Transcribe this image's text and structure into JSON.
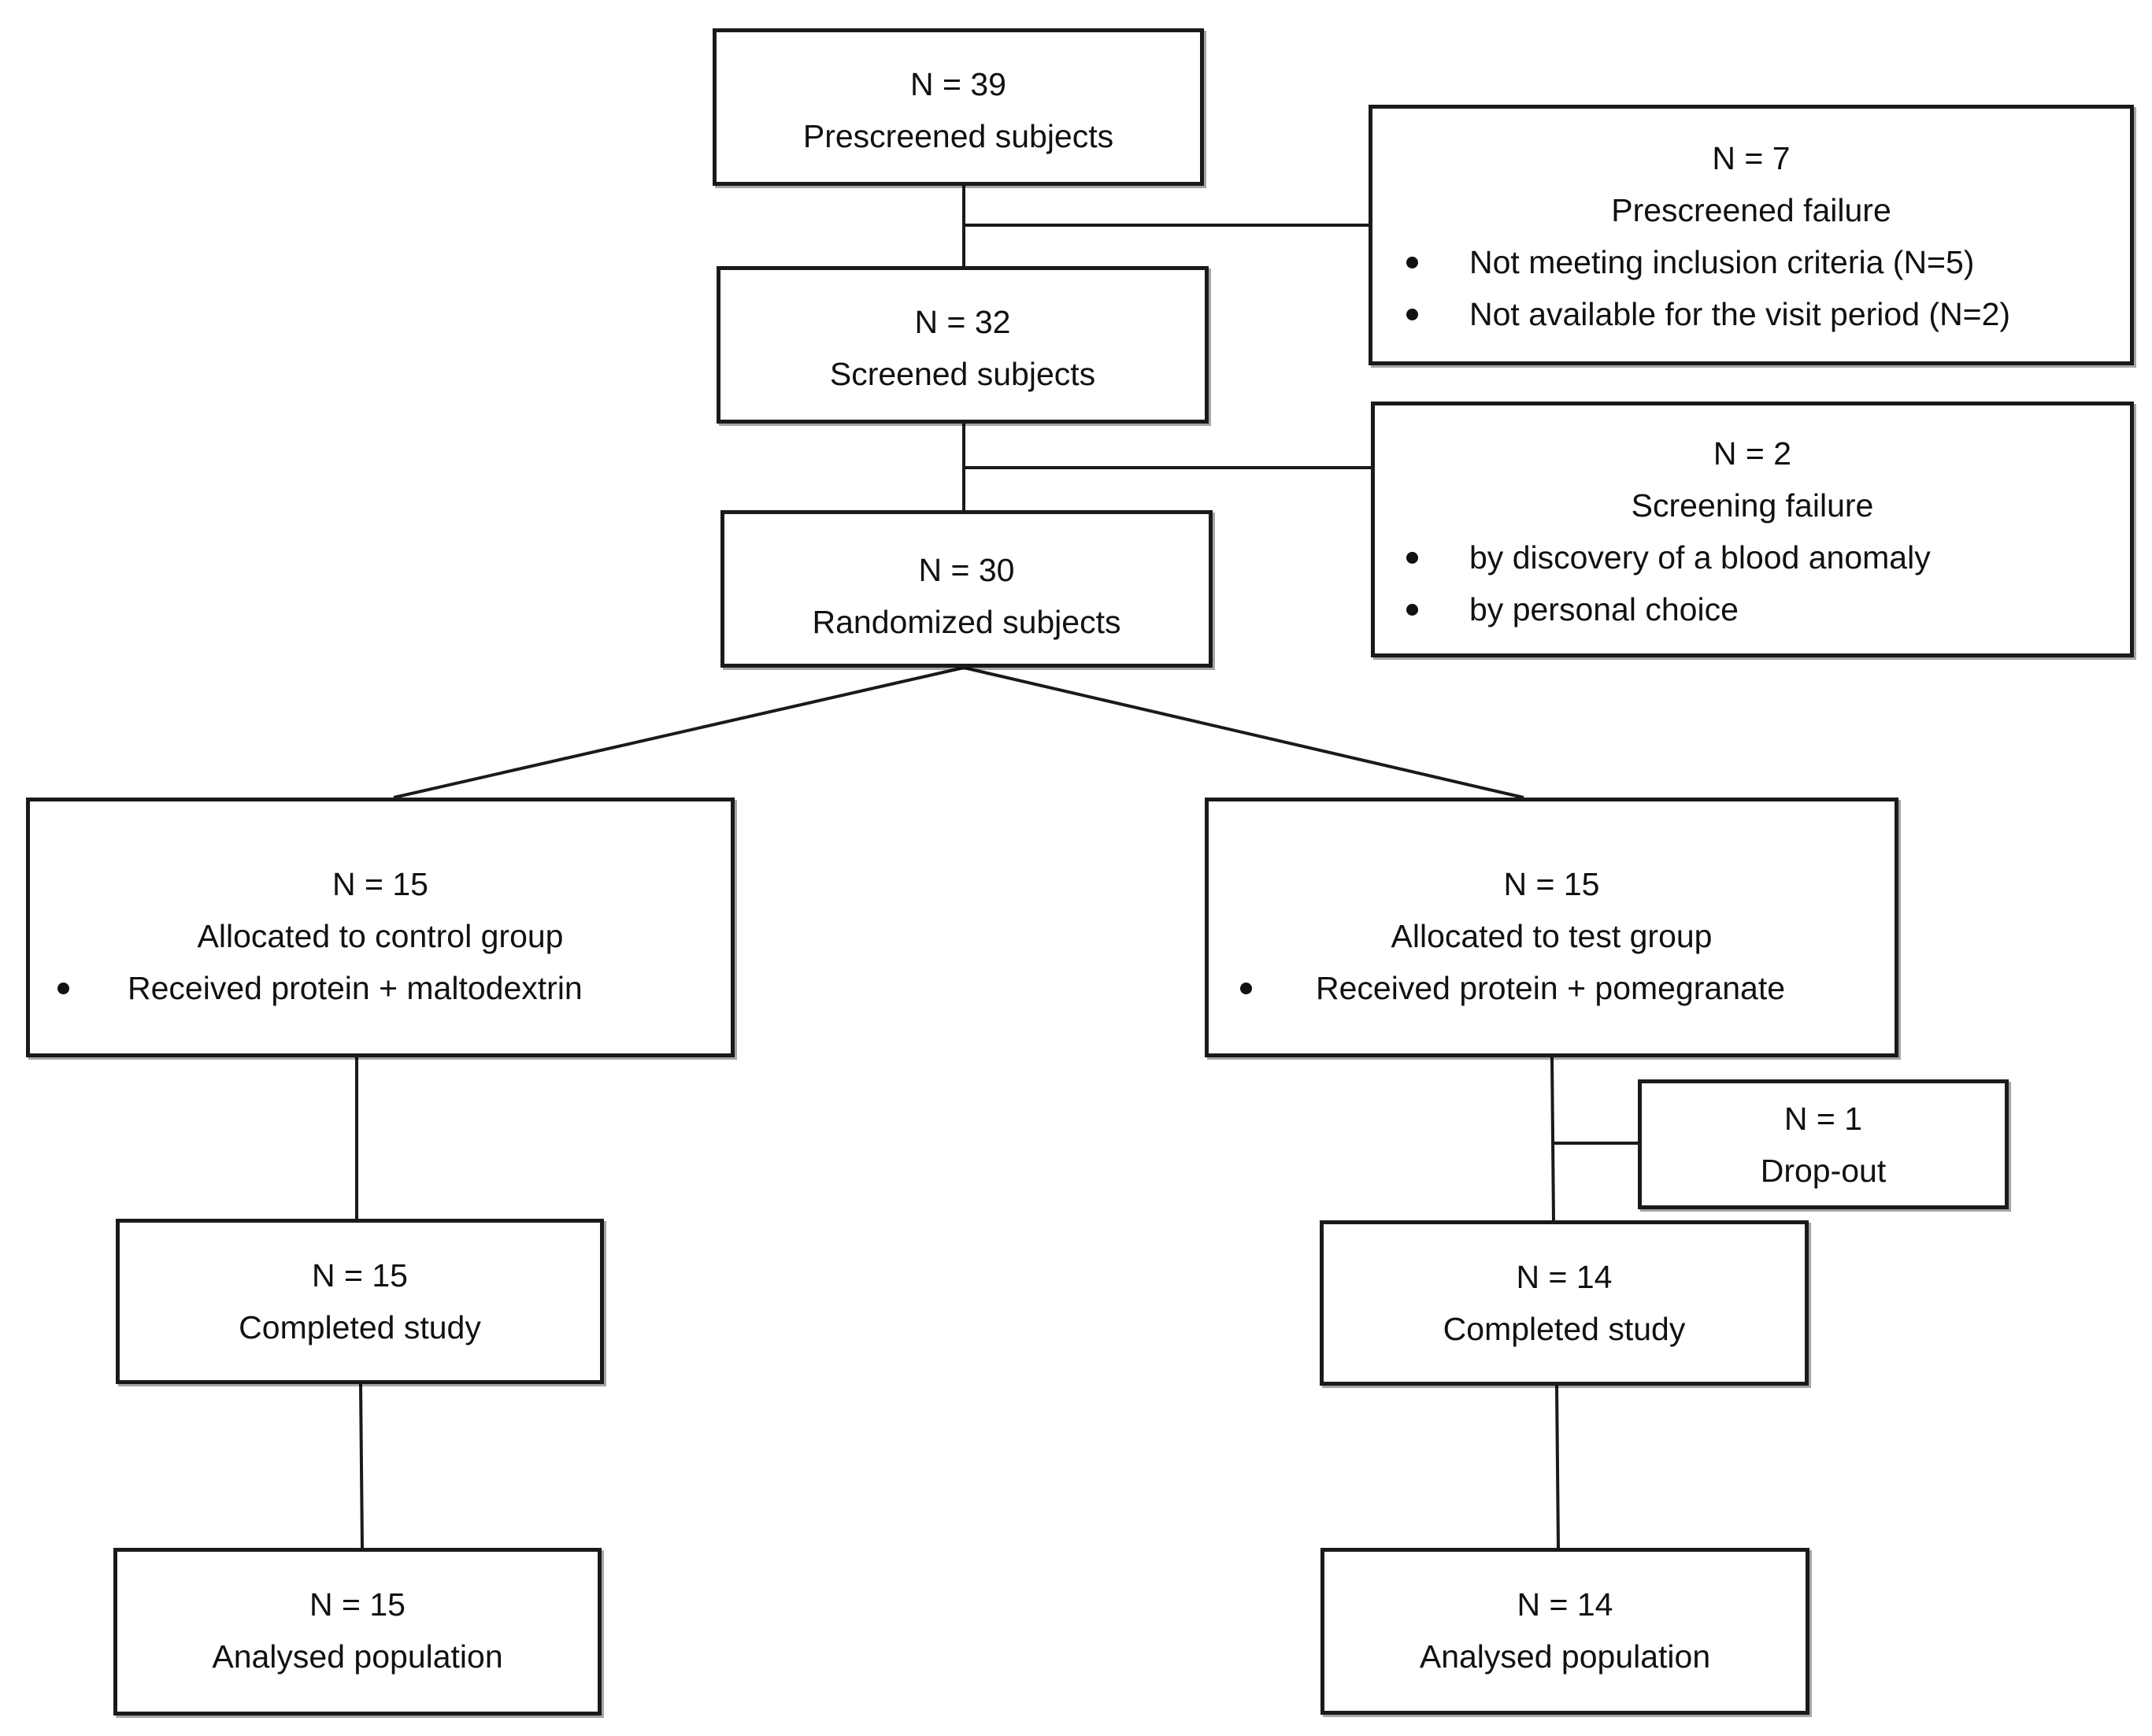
{
  "flowchart": {
    "prescreened": {
      "count": "N = 39",
      "label": "Prescreened subjects"
    },
    "prescreen_failure": {
      "count": "N = 7",
      "label": "Prescreened failure",
      "items": [
        "Not meeting inclusion criteria (N=5)",
        "Not available for the visit period (N=2)"
      ]
    },
    "screened": {
      "count": "N = 32",
      "label": "Screened subjects"
    },
    "screening_failure": {
      "count": "N = 2",
      "label": "Screening failure",
      "items": [
        "by discovery of a blood anomaly",
        "by personal choice"
      ]
    },
    "randomized": {
      "count": "N = 30",
      "label": "Randomized subjects"
    },
    "control_group": {
      "count": "N = 15",
      "label": "Allocated to control group",
      "items": [
        "Received protein + maltodextrin"
      ]
    },
    "test_group": {
      "count": "N = 15",
      "label": "Allocated to test group",
      "items": [
        "Received protein + pomegranate"
      ]
    },
    "dropout": {
      "count": "N = 1",
      "label": "Drop-out"
    },
    "control_completed": {
      "count": "N = 15",
      "label": "Completed study"
    },
    "test_completed": {
      "count": "N = 14",
      "label": "Completed study"
    },
    "control_analysed": {
      "count": "N = 15",
      "label": "Analysed population"
    },
    "test_analysed": {
      "count": "N = 14",
      "label": "Analysed population"
    }
  }
}
